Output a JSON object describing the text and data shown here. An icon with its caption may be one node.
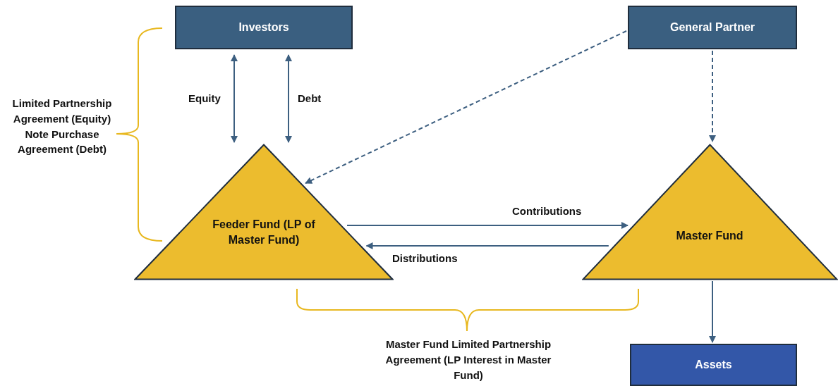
{
  "diagram": {
    "nodes": [
      {
        "text": [
          "Investors"
        ]
      },
      {
        "text": [
          "General Partner"
        ]
      },
      {
        "text": [
          "Feeder Fund (LP of Master Fund)"
        ]
      },
      {
        "text": [
          "Master Fund"
        ]
      },
      {
        "text": [
          "Assets"
        ]
      }
    ],
    "edges": [
      {
        "from": 0,
        "to": 2,
        "arrow": "both",
        "label": "Equity"
      },
      {
        "from": 0,
        "to": 2,
        "arrow": "both",
        "label": "Debt"
      },
      {
        "from": 1,
        "to": 2,
        "arrow": "to",
        "style": "dashed"
      },
      {
        "from": 1,
        "to": 3,
        "arrow": "to",
        "style": "dashed"
      },
      {
        "from": 2,
        "to": 3,
        "arrow": "to",
        "label": "Contributions"
      },
      {
        "from": 3,
        "to": 2,
        "arrow": "to",
        "label": "Distributions"
      },
      {
        "from": 3,
        "to": 4,
        "arrow": "to"
      }
    ],
    "labels": [
      "Limited Partnership Agreement (Equity) Note Purchase Agreement (Debt)",
      "Master Fund Limited Partnership Agreement (LP Interest in Master Fund)"
    ]
  }
}
